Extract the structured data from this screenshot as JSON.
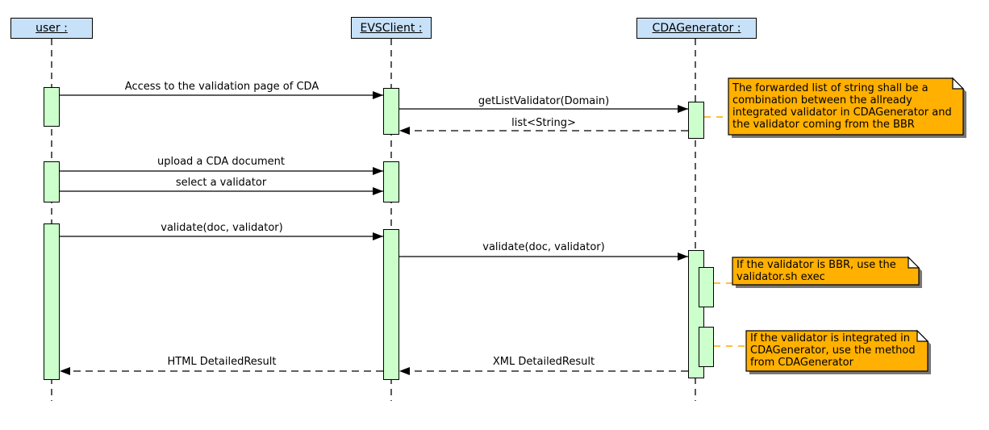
{
  "diagram_type": "uml-sequence-diagram",
  "lifelines": [
    {
      "id": "user",
      "label": "user :"
    },
    {
      "id": "evsclient",
      "label": "EVSClient :"
    },
    {
      "id": "cdagenerator",
      "label": "CDAGenerator :"
    }
  ],
  "messages": [
    {
      "label": "Access to the validation page of CDA",
      "from": "user",
      "to": "evsclient",
      "type": "call"
    },
    {
      "label": "getListValidator(Domain)",
      "from": "evsclient",
      "to": "cdagenerator",
      "type": "call"
    },
    {
      "label": "list<String>",
      "from": "cdagenerator",
      "to": "evsclient",
      "type": "return"
    },
    {
      "label": "upload a CDA document",
      "from": "user",
      "to": "evsclient",
      "type": "call"
    },
    {
      "label": "select a validator",
      "from": "user",
      "to": "evsclient",
      "type": "call"
    },
    {
      "label": "validate(doc, validator)",
      "from": "user",
      "to": "evsclient",
      "type": "call"
    },
    {
      "label": "validate(doc, validator)",
      "from": "evsclient",
      "to": "cdagenerator",
      "type": "call"
    },
    {
      "label": "XML DetailedResult",
      "from": "cdagenerator",
      "to": "evsclient",
      "type": "return"
    },
    {
      "label": "HTML DetailedResult",
      "from": "evsclient",
      "to": "user",
      "type": "return"
    }
  ],
  "notes": [
    {
      "attached_to": "cdagenerator",
      "lines": [
        "The forwarded list of string shall be a",
        "combination between the allready",
        "integrated validator in CDAGenerator and",
        "the validator coming from the BBR"
      ]
    },
    {
      "attached_to": "cdagenerator",
      "lines": [
        "If the validator is BBR, use the",
        "validator.sh exec"
      ]
    },
    {
      "attached_to": "cdagenerator",
      "lines": [
        "If the validator is integrated in",
        "CDAGenerator, use the method",
        "from CDAGenerator"
      ]
    }
  ],
  "colors": {
    "background": "#FFFFFF",
    "lifeline_head_fill": "#C7E1F8",
    "activation_fill": "#CCFFCC",
    "note_fill": "#FFB000",
    "note_connector": "#FFA500",
    "shadow": "#777777",
    "line": "#000000",
    "text": "#000000"
  }
}
